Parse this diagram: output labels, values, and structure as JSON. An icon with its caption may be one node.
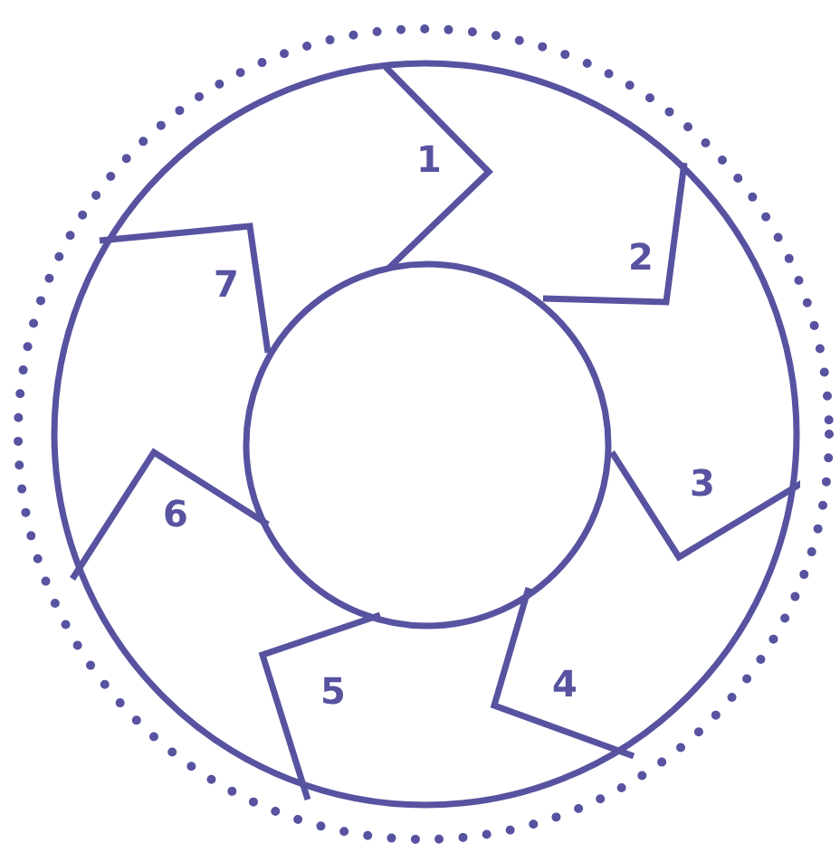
{
  "diagram": {
    "nodes": [
      {
        "text": [],
        "shape": "circle"
      },
      {
        "text": [
          "1"
        ],
        "in": 0
      },
      {
        "text": [
          "2"
        ],
        "in": 0
      },
      {
        "text": [
          "3"
        ],
        "in": 0
      },
      {
        "text": [
          "4"
        ],
        "in": 0
      },
      {
        "text": [
          "5"
        ],
        "in": 0
      },
      {
        "text": [
          "6"
        ],
        "in": 0
      },
      {
        "text": [
          "7"
        ],
        "in": 0
      },
      {
        "text": [],
        "shape": "circle",
        "in": 0
      }
    ]
  }
}
